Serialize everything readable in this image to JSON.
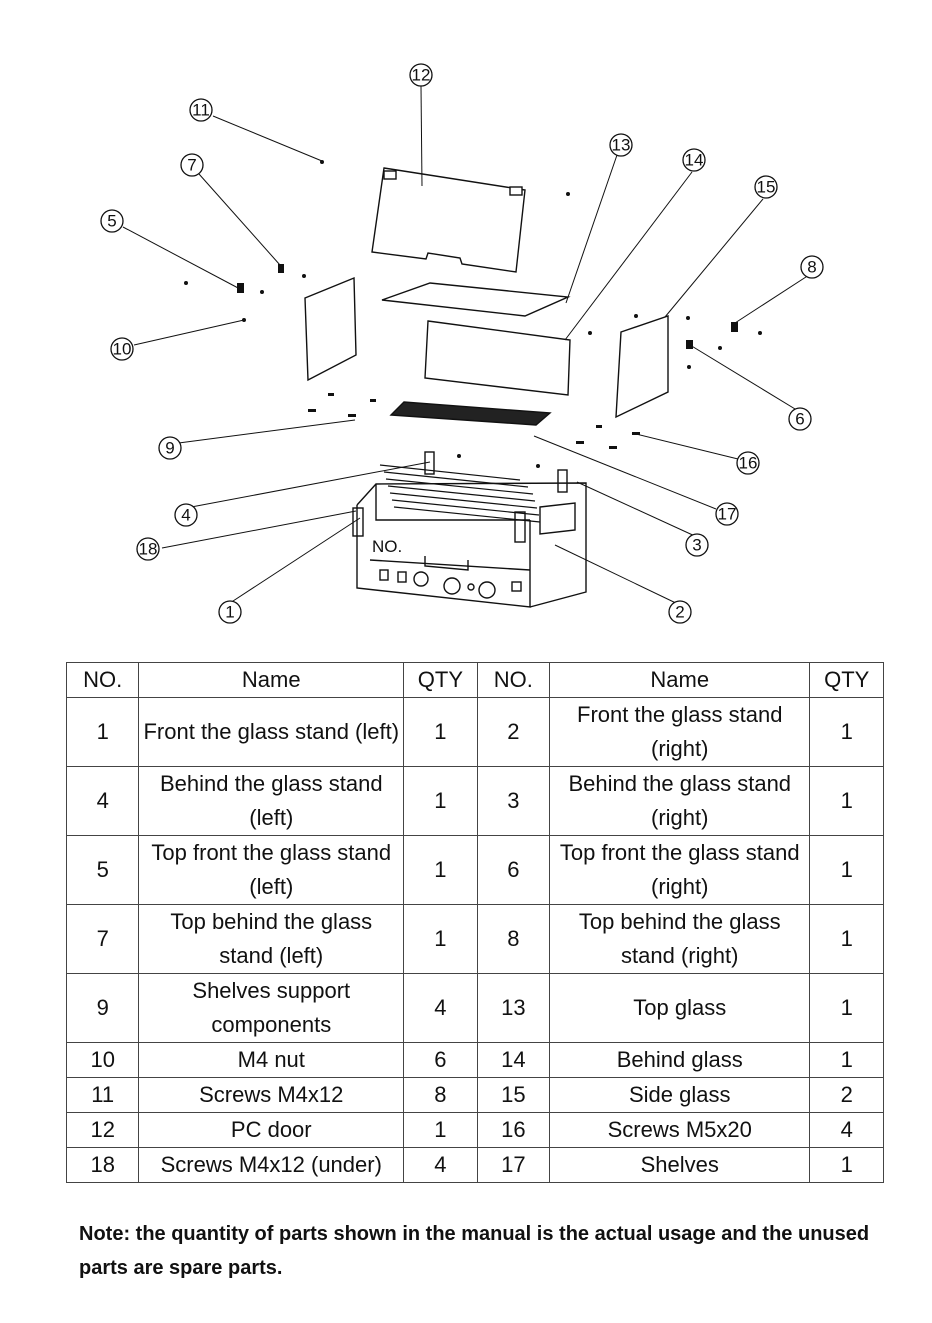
{
  "callouts": [
    "1",
    "2",
    "3",
    "4",
    "5",
    "6",
    "7",
    "8",
    "9",
    "10",
    "11",
    "12",
    "13",
    "14",
    "15",
    "16",
    "17",
    "18"
  ],
  "machine_label": "NO.",
  "table": {
    "headers": [
      "NO.",
      "Name",
      "QTY",
      "NO.",
      "Name",
      "QTY"
    ],
    "rows": [
      {
        "no1": "1",
        "name1": "Front the glass stand (left)",
        "qty1": "1",
        "no2": "2",
        "name2": "Front the glass stand    (right)",
        "qty2": "1"
      },
      {
        "no1": "4",
        "name1": "Behind the glass stand (left)",
        "qty1": "1",
        "no2": "3",
        "name2": "Behind the glass stand    (right)",
        "qty2": "1"
      },
      {
        "no1": "5",
        "name1": "Top front the glass stand (left)",
        "qty1": "1",
        "no2": "6",
        "name2": "Top front the glass stand (right)",
        "qty2": "1"
      },
      {
        "no1": "7",
        "name1": "Top behind the glass stand (left)",
        "qty1": "1",
        "no2": "8",
        "name2": "Top behind the glass stand (right)",
        "qty2": "1"
      },
      {
        "no1": "9",
        "name1": "Shelves support components",
        "qty1": "4",
        "no2": "13",
        "name2": "Top glass",
        "qty2": "1"
      },
      {
        "no1": "10",
        "name1": "M4 nut",
        "qty1": "6",
        "no2": "14",
        "name2": "Behind glass",
        "qty2": "1"
      },
      {
        "no1": "11",
        "name1": "Screws M4x12",
        "qty1": "8",
        "no2": "15",
        "name2": "Side glass",
        "qty2": "2"
      },
      {
        "no1": "12",
        "name1": "PC door",
        "qty1": "1",
        "no2": "16",
        "name2": "Screws M5x20",
        "qty2": "4"
      },
      {
        "no1": "18",
        "name1": "Screws M4x12 (under)",
        "qty1": "4",
        "no2": "17",
        "name2": "Shelves",
        "qty2": "1"
      }
    ]
  },
  "note": "Note: the quantity of parts shown in the manual is the actual usage and the unused parts are spare parts."
}
